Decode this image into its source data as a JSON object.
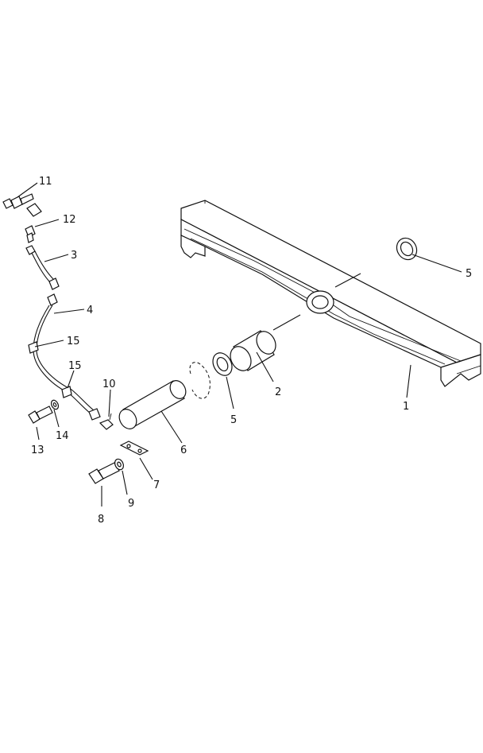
{
  "callouts": [
    {
      "id": "c1",
      "text": "1",
      "part": "equalizer-bar"
    },
    {
      "id": "c2",
      "text": "2",
      "part": "bushing"
    },
    {
      "id": "c3",
      "text": "3",
      "part": "hose-upper"
    },
    {
      "id": "c4",
      "text": "4",
      "part": "hose-lower"
    },
    {
      "id": "c5a",
      "text": "5",
      "part": "seal-right"
    },
    {
      "id": "c5b",
      "text": "5",
      "part": "seal-left"
    },
    {
      "id": "c6",
      "text": "6",
      "part": "pin"
    },
    {
      "id": "c7",
      "text": "7",
      "part": "plate"
    },
    {
      "id": "c8",
      "text": "8",
      "part": "bolt-lower"
    },
    {
      "id": "c9",
      "text": "9",
      "part": "washer-lower"
    },
    {
      "id": "c10",
      "text": "10",
      "part": "elbow-fitting"
    },
    {
      "id": "c11",
      "text": "11",
      "part": "grease-fitting"
    },
    {
      "id": "c12",
      "text": "12",
      "part": "connector"
    },
    {
      "id": "c13",
      "text": "13",
      "part": "bolt-upper"
    },
    {
      "id": "c14",
      "text": "14",
      "part": "washer-upper"
    },
    {
      "id": "c15a",
      "text": "15",
      "part": "clamp-upper"
    },
    {
      "id": "c15b",
      "text": "15",
      "part": "clamp-lower"
    }
  ]
}
